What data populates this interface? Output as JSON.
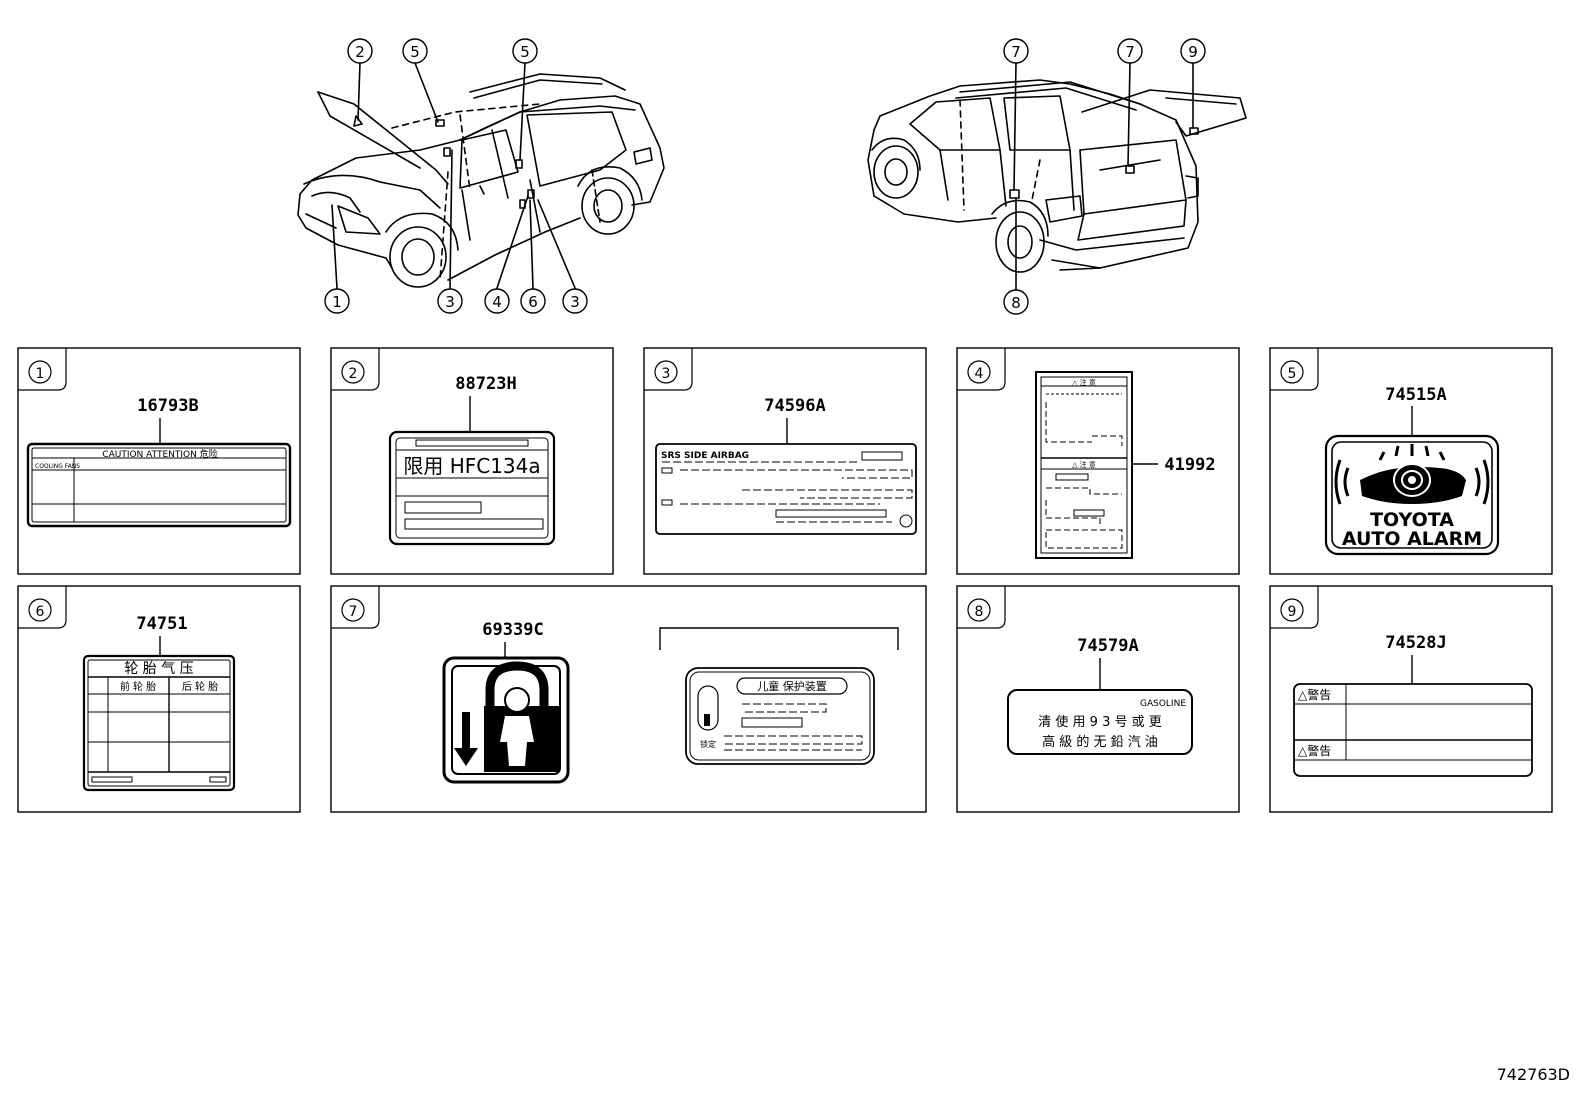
{
  "diagram_code": "742763D",
  "callouts_front": [
    "2",
    "5",
    "5",
    "1",
    "3",
    "4",
    "6",
    "3"
  ],
  "callouts_rear": [
    "7",
    "7",
    "9",
    "8"
  ],
  "panels": [
    {
      "num": "1",
      "part": "16793B",
      "label": {
        "header": "CAUTION  ATTENTION  危险",
        "row_label": "COOLING FANS"
      }
    },
    {
      "num": "2",
      "part": "88723H",
      "label": {
        "text": "限用 HFC134a"
      }
    },
    {
      "num": "3",
      "part": "74596A",
      "label": {
        "title": "SRS SIDE AIRBAG"
      }
    },
    {
      "num": "4",
      "part": "41992",
      "label": {
        "hdr1": "△ 注  意",
        "hdr2": "△ 注  意"
      }
    },
    {
      "num": "5",
      "part": "74515A",
      "label": {
        "line1": "TOYOTA",
        "line2": "AUTO ALARM"
      }
    },
    {
      "num": "6",
      "part": "74751",
      "label": {
        "title": "轮 胎 气 压",
        "col1": "前 轮 胎",
        "col2": "后 轮 胎"
      }
    },
    {
      "num": "7",
      "part": "69339C",
      "label": {
        "title": "儿童 保护装置",
        "side": "锁定"
      }
    },
    {
      "num": "8",
      "part": "74579A",
      "label": {
        "top": "GASOLINE",
        "line1": "清 使 用 9 3 号 或 更",
        "line2": "高 級 的 无 鉛 汽 油"
      }
    },
    {
      "num": "9",
      "part": "74528J",
      "label": {
        "warn1": "△警告",
        "warn2": "△警告"
      }
    }
  ]
}
